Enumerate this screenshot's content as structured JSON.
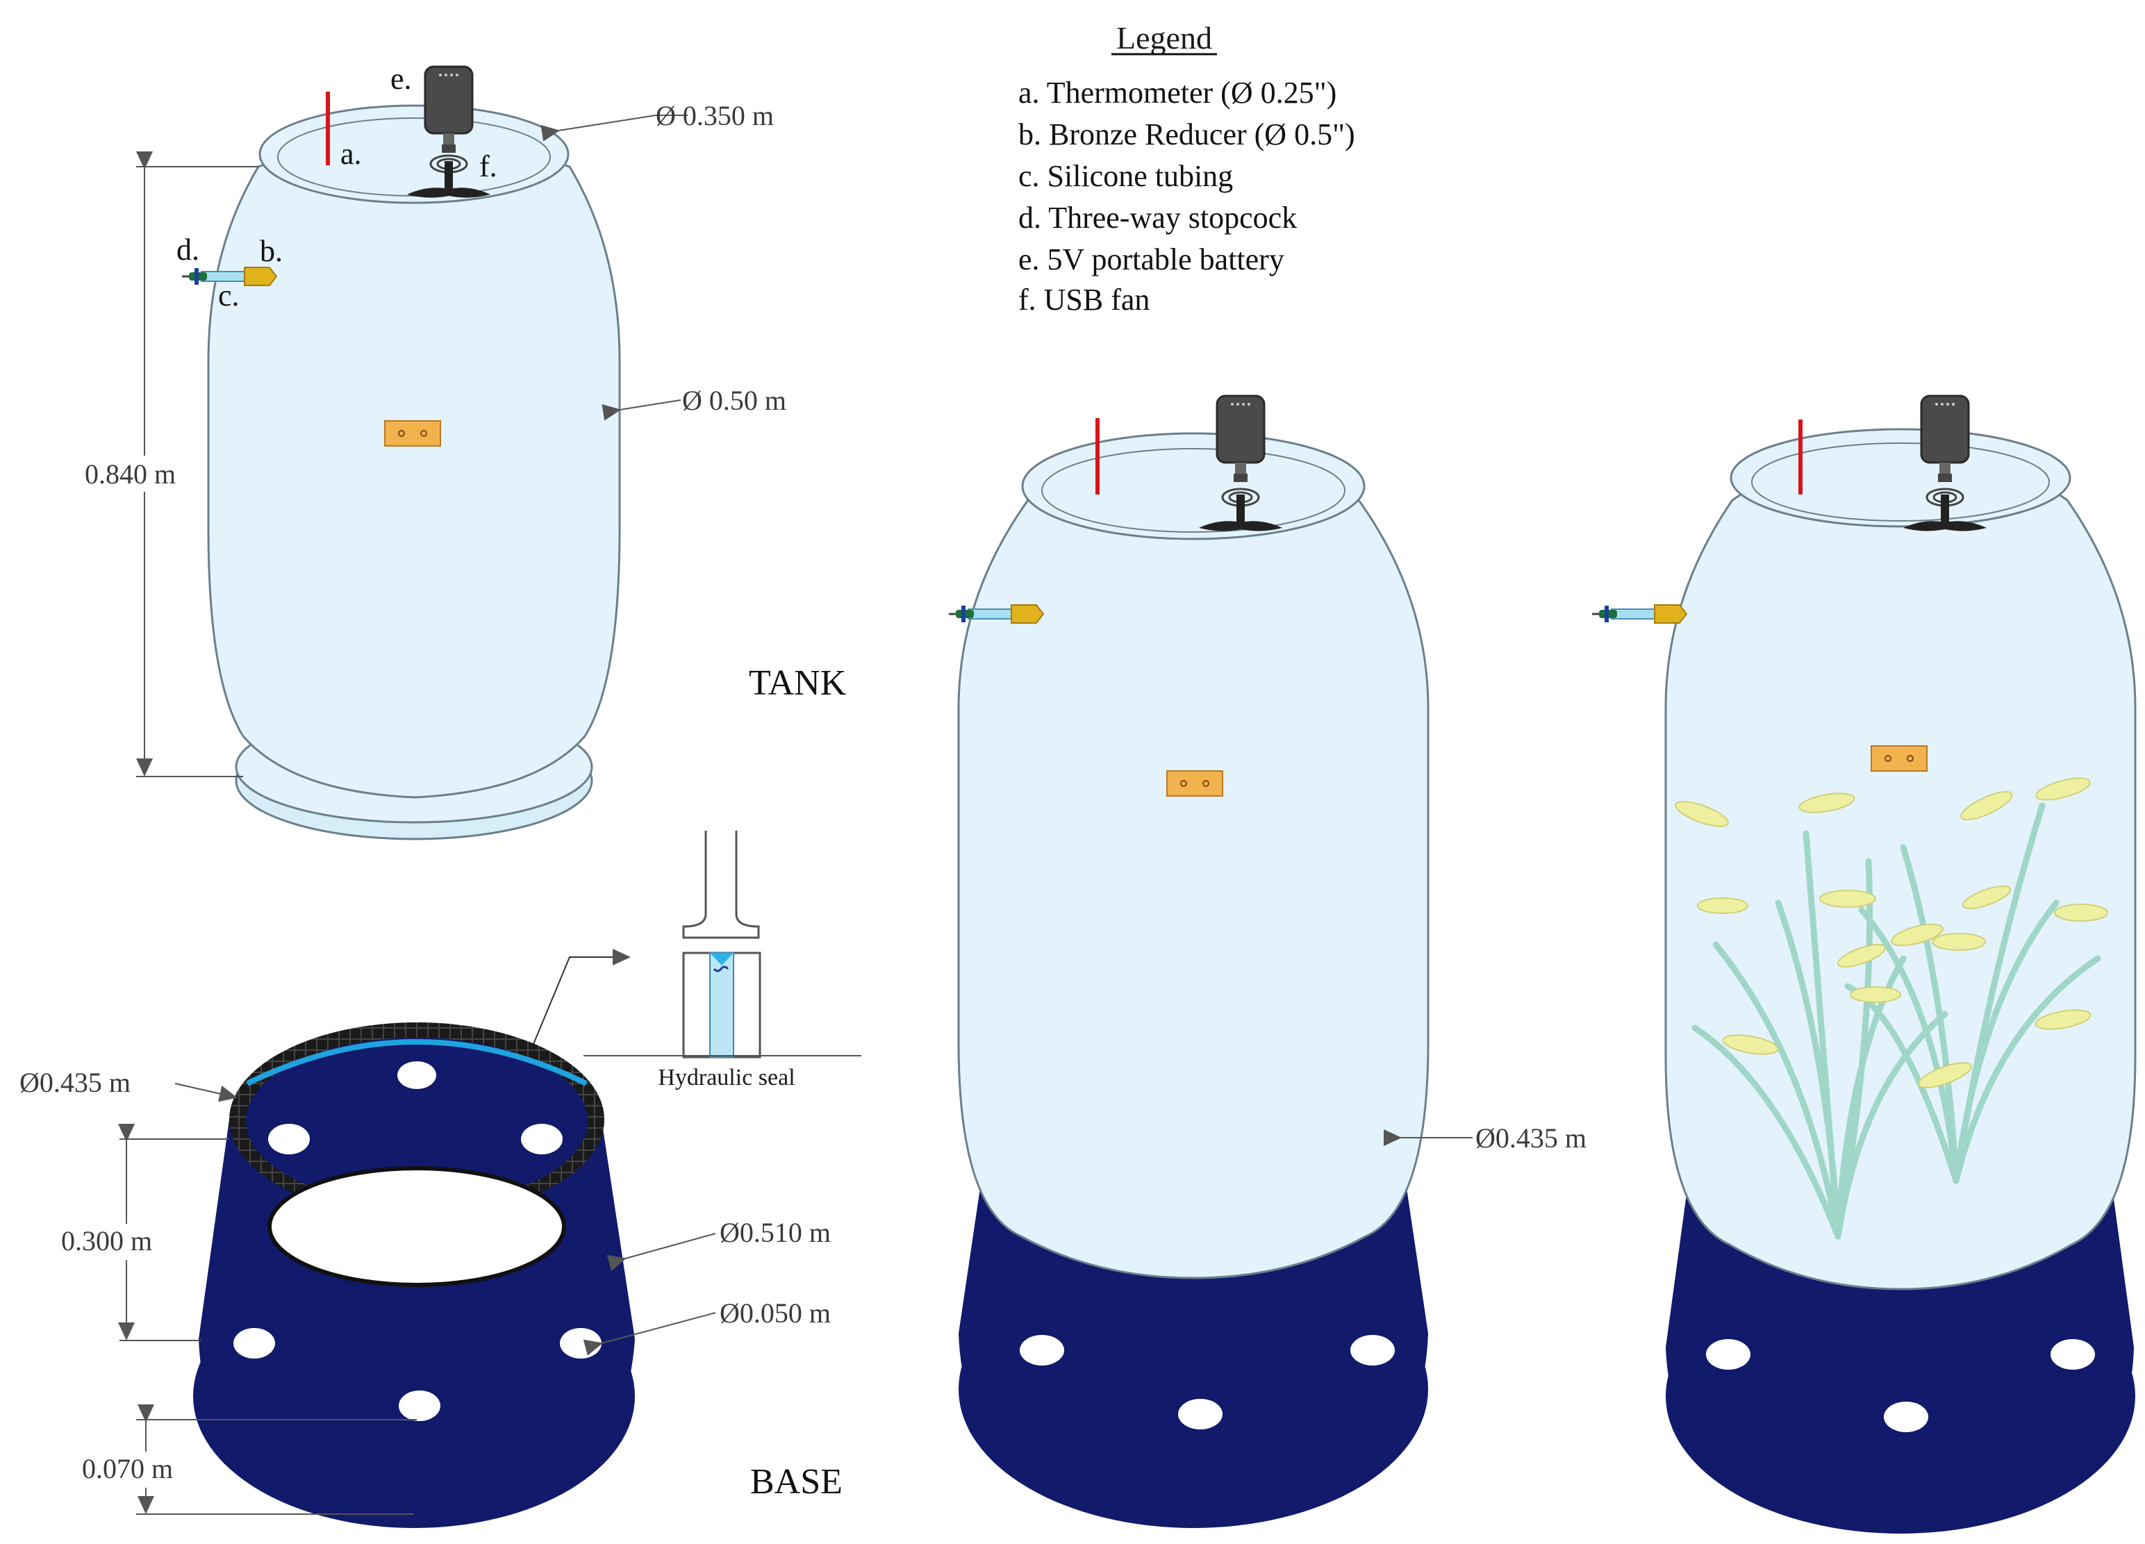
{
  "legend": {
    "title": "Legend",
    "items": [
      "a. Thermometer (Ø 0.25\")",
      "b. Bronze Reducer (Ø 0.5\")",
      "c. Silicone tubing",
      "d. Three-way stopcock",
      "e. 5V portable battery",
      "f. USB fan"
    ]
  },
  "labels": {
    "tank": "TANK",
    "base": "BASE",
    "hydraulic_seal": "Hydraulic seal"
  },
  "tank_dims": {
    "top_diameter": "Ø 0.350 m",
    "body_diameter": "Ø 0.50 m",
    "height": "0.840 m"
  },
  "base_dims": {
    "inner_diameter": "Ø0.435 m",
    "height": "0.300 m",
    "outer_diameter": "Ø0.510 m",
    "hole_diameter": "Ø0.050 m",
    "hole_offset": "0.070 m"
  },
  "assembly_dims": {
    "seat_diameter": "Ø0.435 m"
  },
  "component_letters": {
    "a": "a.",
    "b": "b.",
    "c": "c.",
    "d": "d.",
    "e": "e.",
    "f": "f."
  },
  "colors": {
    "tank_fill": "#e4f3fb",
    "tank_stroke": "#6b7f8c",
    "base_fill": "#111a6b",
    "thermometer": "#d9151b",
    "reducer": "#e0b21c",
    "battery": "#4a4a4a",
    "vent_plate": "#f2b24d",
    "seal_blue": "#1ea3e0",
    "plant_leaf": "#9fd6c8",
    "plant_flower": "#eef0a0"
  }
}
